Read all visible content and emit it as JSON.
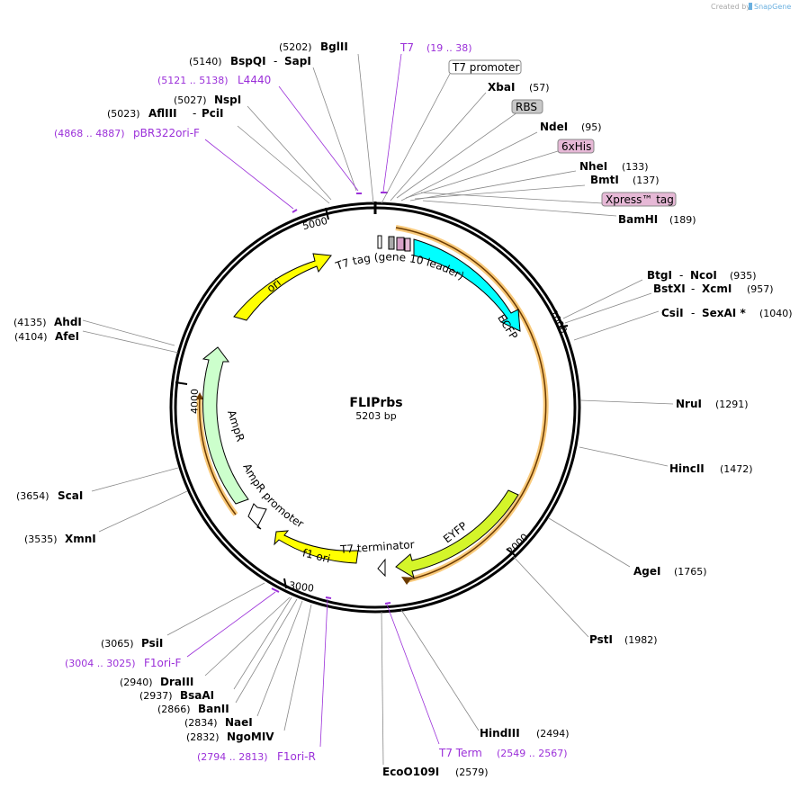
{
  "credit": "Created by",
  "brand": "SnapGene",
  "plasmid": {
    "name": "FLIPrbs",
    "length": "5203 bp"
  },
  "ring_ticks": [
    "5000",
    "1000",
    "2000",
    "3000",
    "4000"
  ],
  "features": {
    "t7tag": "T7 tag (gene 10 leader)",
    "ecfp": "ECFP",
    "eyfp": "EYFP",
    "t7term": "T7 terminator",
    "f1ori": "f1 ori",
    "ampr_promoter": "AmpR promoter",
    "ampr": "AmpR",
    "ori": "ori"
  },
  "sites": [
    {
      "name": "BglII",
      "pos": "(5202)"
    },
    {
      "name": "BspQI",
      "name2": "SapI",
      "pos": "(5140)"
    },
    {
      "name": "NspI",
      "pos": "(5027)"
    },
    {
      "name": "AflIII",
      "name2": "PciI",
      "pos": "(5023)"
    },
    {
      "name": "XbaI",
      "pos": "(57)"
    },
    {
      "name": "NdeI",
      "pos": "(95)"
    },
    {
      "name": "NheI",
      "pos": "(133)"
    },
    {
      "name": "BmtI",
      "pos": "(137)"
    },
    {
      "name": "BamHI",
      "pos": "(189)"
    },
    {
      "name": "BtgI",
      "name2": "NcoI",
      "pos": "(935)"
    },
    {
      "name": "BstXI",
      "name2": "XcmI",
      "pos": "(957)"
    },
    {
      "name": "CsiI",
      "name2": "SexAI *",
      "pos": "(1040)"
    },
    {
      "name": "NruI",
      "pos": "(1291)"
    },
    {
      "name": "HincII",
      "pos": "(1472)"
    },
    {
      "name": "AgeI",
      "pos": "(1765)"
    },
    {
      "name": "PstI",
      "pos": "(1982)"
    },
    {
      "name": "HindIII",
      "pos": "(2494)"
    },
    {
      "name": "EcoO109I",
      "pos": "(2579)"
    },
    {
      "name": "NgoMIV",
      "pos": "(2832)"
    },
    {
      "name": "NaeI",
      "pos": "(2834)"
    },
    {
      "name": "BanII",
      "pos": "(2866)"
    },
    {
      "name": "BsaAI",
      "pos": "(2937)"
    },
    {
      "name": "DraIII",
      "pos": "(2940)"
    },
    {
      "name": "PsiI",
      "pos": "(3065)"
    },
    {
      "name": "XmnI",
      "pos": "(3535)"
    },
    {
      "name": "ScaI",
      "pos": "(3654)"
    },
    {
      "name": "AfeI",
      "pos": "(4104)"
    },
    {
      "name": "AhdI",
      "pos": "(4135)"
    }
  ],
  "primers": [
    {
      "name": "T7",
      "pos": "(19 .. 38)"
    },
    {
      "name": "L4440",
      "pos": "(5121 .. 5138)"
    },
    {
      "name": "pBR322ori-F",
      "pos": "(4868 .. 4887)"
    },
    {
      "name": "F1ori-F",
      "pos": "(3004 .. 3025)"
    },
    {
      "name": "F1ori-R",
      "pos": "(2794 .. 2813)"
    },
    {
      "name": "T7 Term",
      "pos": "(2549 .. 2567)"
    }
  ],
  "boxed": {
    "t7prom": "T7 promoter",
    "rbs": "RBS",
    "his": "6xHis",
    "xpress": "Xpress™ tag"
  },
  "colors": {
    "ecfp": "#00ffff",
    "eyfp": "#d4f52a",
    "yellow": "#ffff00",
    "ampr": "#ccffcc",
    "primer": "#9b30d9",
    "orange": "#f5a623"
  }
}
